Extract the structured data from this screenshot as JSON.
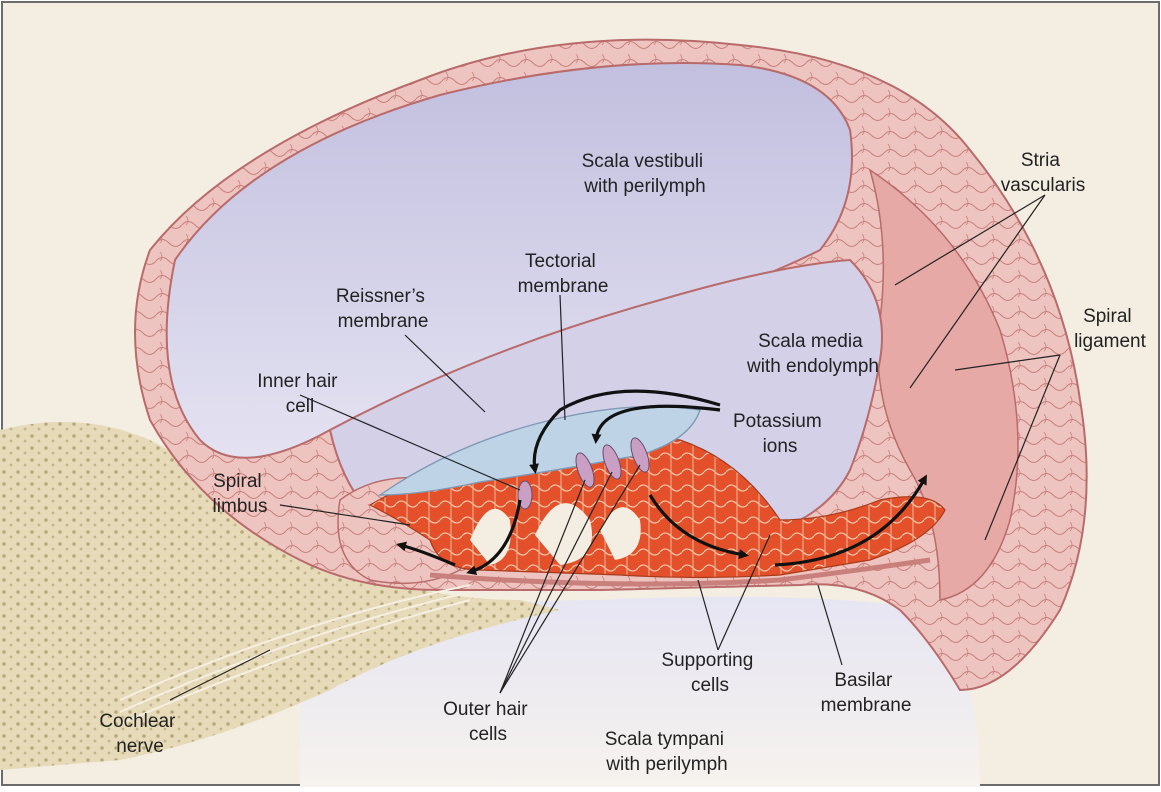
{
  "colors": {
    "frame_border": "#6b6b6b",
    "background_wash": "#f4ede2",
    "scala_fill": "#cfcde6",
    "tissue_pink": "#eec4c0",
    "tissue_line": "#b86b6a",
    "bone": "#e6dab9",
    "bone_dots": "#b8a97d",
    "supporting_cells": "#e3502a",
    "tectorial": "#bfd3e6",
    "hair_cell": "#c9a0c4",
    "arrow": "#111111",
    "text": "#222222"
  },
  "labels": {
    "scala_vestibuli": [
      "Scala vestibuli",
      "with perilymph"
    ],
    "stria_vascularis": [
      "Stria",
      "vascularis"
    ],
    "tectorial_membrane": [
      "Tectorial",
      "membrane"
    ],
    "reissners_membrane": [
      "Reissner’s",
      "membrane"
    ],
    "spiral_ligament": [
      "Spiral",
      "ligament"
    ],
    "scala_media": [
      "Scala media",
      "with endolymph"
    ],
    "inner_hair_cell": [
      "Inner hair",
      "cell"
    ],
    "potassium_ions": [
      "Potassium",
      "ions"
    ],
    "spiral_limbus": [
      "Spiral",
      "limbus"
    ],
    "supporting_cells": [
      "Supporting",
      "cells"
    ],
    "basilar_membrane": [
      "Basilar",
      "membrane"
    ],
    "cochlear_nerve": [
      "Cochlear",
      "nerve"
    ],
    "outer_hair_cells": [
      "Outer hair",
      "cells"
    ],
    "scala_tympani": [
      "Scala tympani",
      "with perilymph"
    ]
  }
}
